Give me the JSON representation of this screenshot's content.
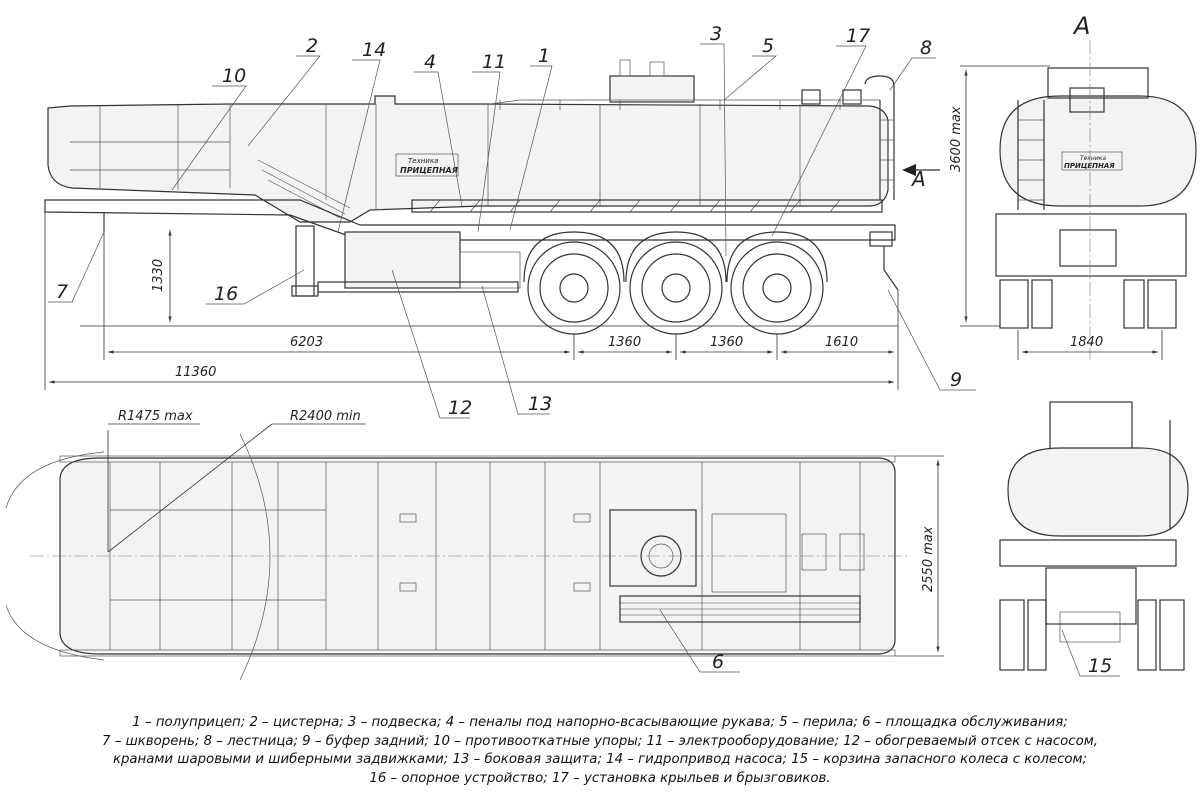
{
  "callouts": {
    "c1": "1",
    "c2": "2",
    "c3": "3",
    "c4": "4",
    "c5": "5",
    "c6": "6",
    "c7": "7",
    "c8": "8",
    "c9": "9",
    "c10": "10",
    "c11": "11",
    "c12": "12",
    "c13": "13",
    "c14": "14",
    "c15": "15",
    "c16": "16",
    "c17": "17"
  },
  "dimensions": {
    "overall_length": "11360",
    "kingpin_to_axle": "6203",
    "axle_spacing_1": "1360",
    "axle_spacing_2": "1360",
    "rear_overhang": "1610",
    "coupling_height": "1330",
    "max_height": "3600 max",
    "track_width": "1840",
    "max_width": "2550 max",
    "front_swing_radius": "R1475 max",
    "min_turn_radius": "R2400 min"
  },
  "view_label": "A",
  "logo_text": {
    "brand": "Техника",
    "model": "ПРИЦЕПНАЯ"
  },
  "legend": [
    "1 – полуприцеп; 2 – цистерна; 3 – подвеска; 4 – пеналы под напорно-всасывающие рукава; 5 – перила; 6 – площадка обслуживания;",
    "7 – шкворень; 8 – лестница; 9 – буфер задний; 10 – противооткатные упоры; 11 – электрооборудование; 12 – обогреваемый отсек с насосом,",
    "кранами шаровыми и шиберными задвижками; 13 – боковая защита; 14 – гидропривод насоса; 15 – корзина запасного колеса с колесом;",
    "16 – опорное устройство; 17 – установка крыльев и брызговиков."
  ]
}
